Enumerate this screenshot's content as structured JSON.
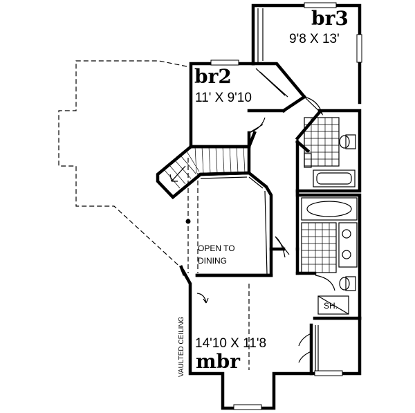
{
  "rooms": {
    "br3": {
      "name": "br3",
      "size": "9'8 X 13'"
    },
    "br2": {
      "name": "br2",
      "size": "11' X 9'10"
    },
    "mbr": {
      "name": "mbr",
      "size": "14'10 X 11'8"
    }
  },
  "labels": {
    "open_line1": "OPEN TO",
    "open_line2": "DINING",
    "vaulted": "VAULTED CEILING",
    "shower": "SH."
  }
}
